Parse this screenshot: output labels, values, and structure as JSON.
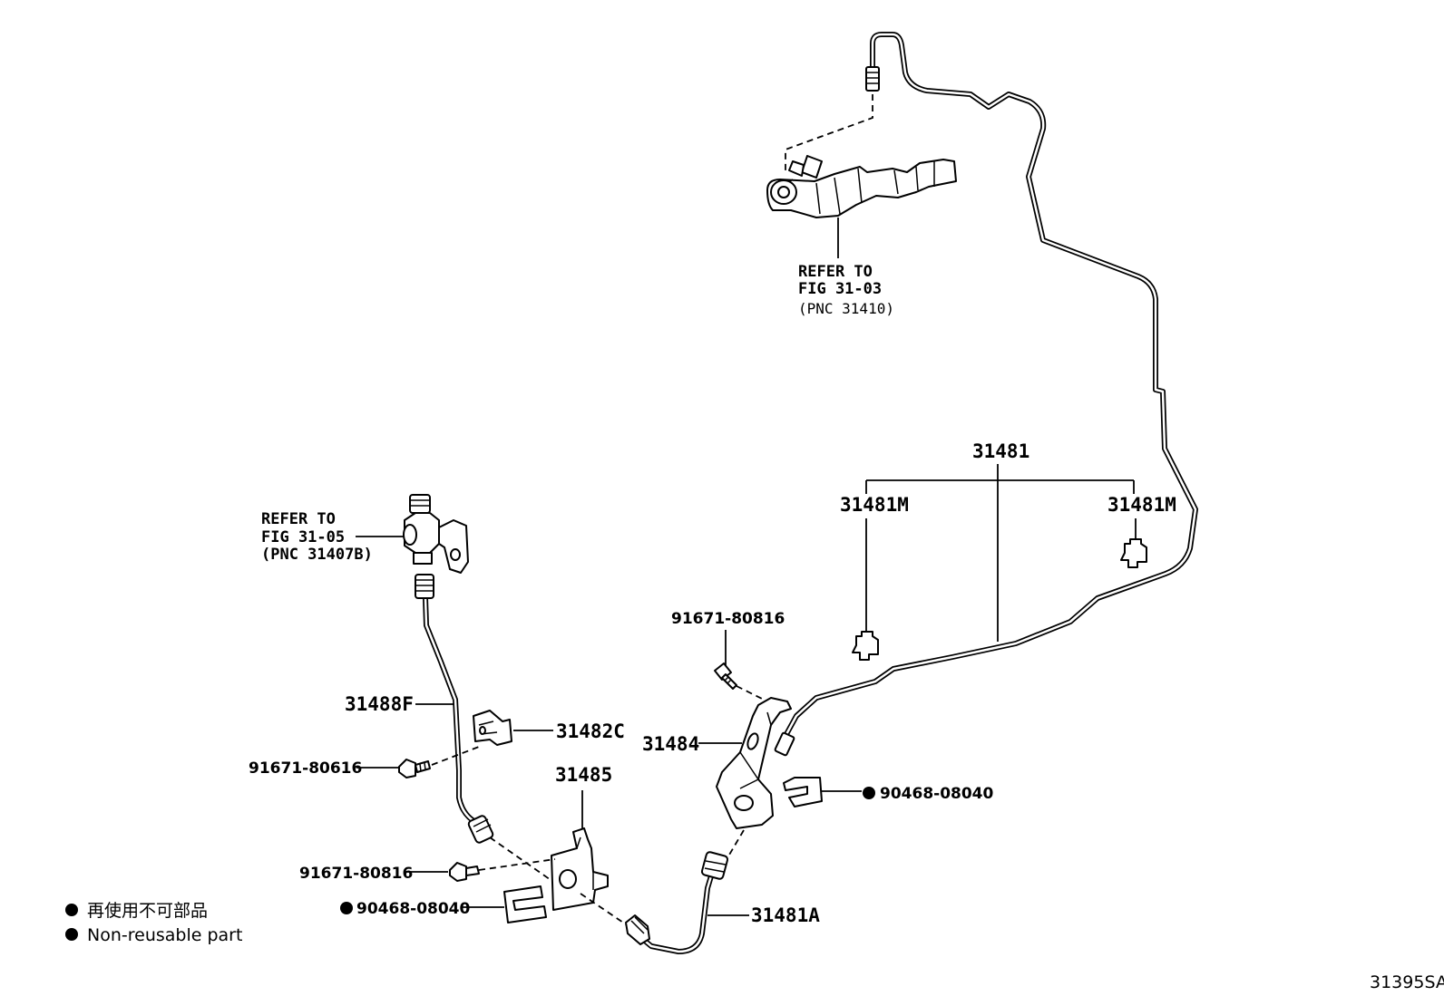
{
  "labels": {
    "p31481": "31481",
    "p31481m_left": "31481M",
    "p31481m_right": "31481M",
    "p91671_80816_top": "91671-80816",
    "p31484": "31484",
    "p90468_08040_right": "90468-08040",
    "p31488f": "31488F",
    "p31482c": "31482C",
    "p91671_80616": "91671-80616",
    "p31485": "31485",
    "p91671_80816_bottom": "91671-80816",
    "p90468_08040_bottom": "90468-08040",
    "p31481a": "31481A"
  },
  "refs": {
    "master_cylinder": {
      "line1": "REFER TO",
      "line2": "FIG 31-03",
      "line3": "(PNC 31410)"
    },
    "release_cylinder": {
      "line1": "REFER TO",
      "line2": "FIG 31-05",
      "line3": "(PNC 31407B)"
    }
  },
  "legend": {
    "japanese": "再使用不可部品",
    "english": "Non-reusable part"
  },
  "figure_code": "31395SA"
}
